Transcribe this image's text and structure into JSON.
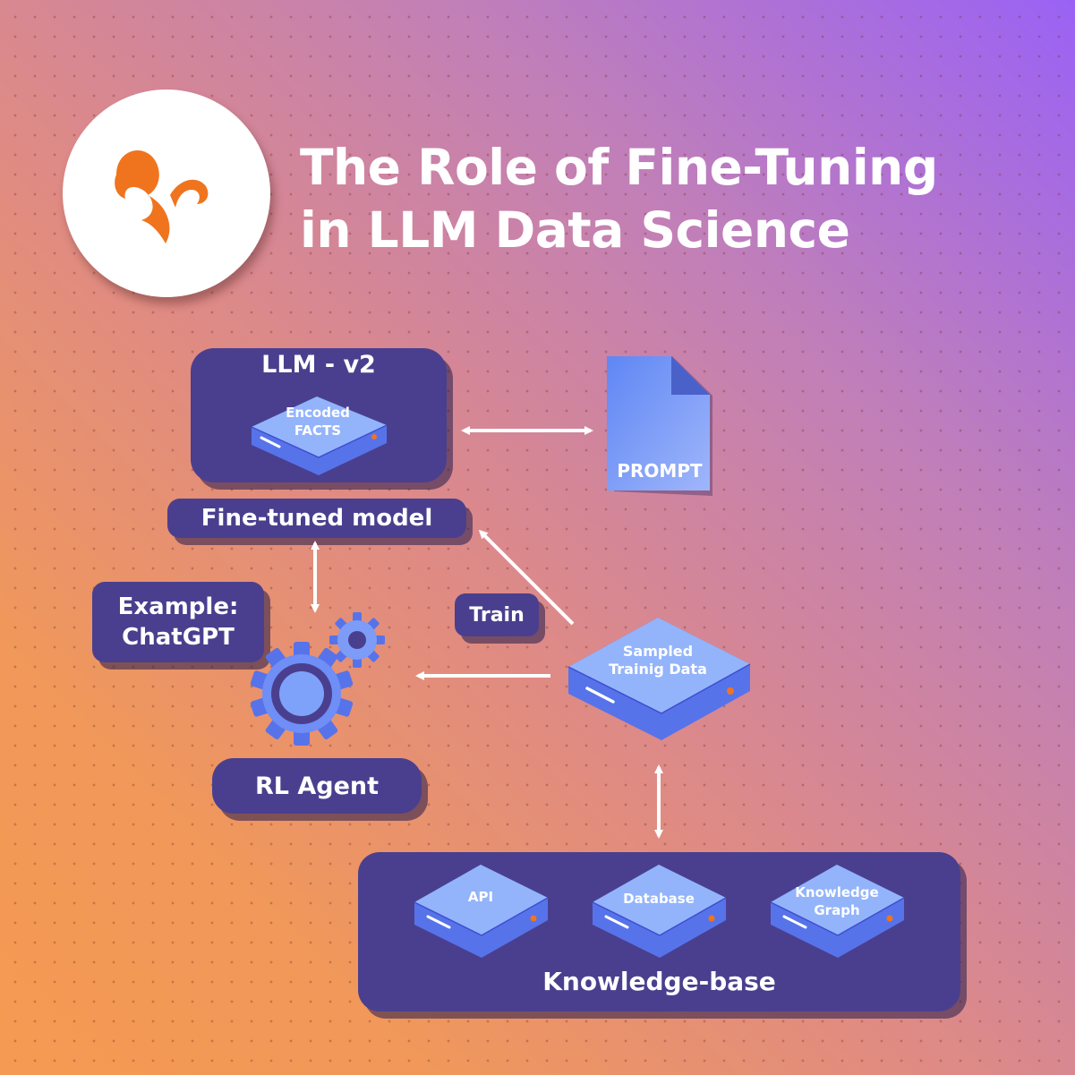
{
  "title": {
    "line1": "The Role of Fine-Tuning",
    "line2": "in LLM Data Science"
  },
  "llm": {
    "title": "LLM - v2",
    "server_line1": "Encoded",
    "server_line2": "FACTS"
  },
  "prompt": {
    "label": "PROMPT"
  },
  "fine_tuned": {
    "label": "Fine-tuned model"
  },
  "example": {
    "line1": "Example:",
    "line2": "ChatGPT"
  },
  "train": {
    "label": "Train"
  },
  "sampled": {
    "line1": "Sampled",
    "line2": "Trainig Data"
  },
  "rl_agent": {
    "label": "RL Agent"
  },
  "knowledge_base": {
    "label": "Knowledge-base",
    "items": [
      {
        "line1": "API",
        "line2": ""
      },
      {
        "line1": "Database",
        "line2": ""
      },
      {
        "line1": "Knowledge",
        "line2": "Graph"
      }
    ]
  },
  "icons": {
    "logo": "squirrel-logo-icon",
    "document": "document-icon",
    "gear": "gear-icon",
    "server": "server-icon"
  },
  "colors": {
    "box": "#4a3f8e",
    "server_top": "#93b4fb",
    "server_side": "#5773ea",
    "accent": "#f0741e"
  }
}
